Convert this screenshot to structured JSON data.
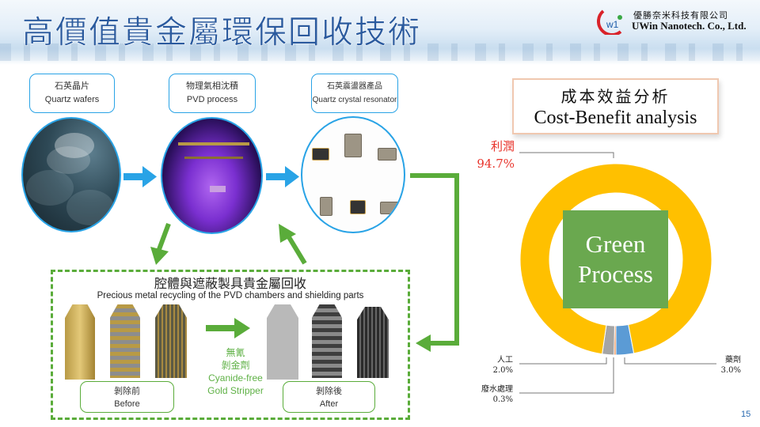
{
  "header": {
    "title": "高價值貴金屬環保回收技術",
    "company_cn": "優勝奈米科技有限公司",
    "company_en": "UWin Nanotech. Co., Ltd.",
    "logo_text": "w1"
  },
  "flow": {
    "steps": [
      {
        "cn": "石英晶片",
        "en": "Quartz wafers"
      },
      {
        "cn": "物理氣相沈積",
        "en": "PVD process"
      },
      {
        "cn": "石英震盪器產品",
        "en": "Quartz crystal resonator"
      }
    ],
    "recycling": {
      "title": "腔體與遮蔽製具貴金屬回收",
      "subtitle": "Precious metal recycling of the PVD chambers and shielding parts",
      "before_cn": "剝除前",
      "before_en": "Before",
      "after_cn": "剝除後",
      "after_en": "After",
      "stripper_cn1": "無氰",
      "stripper_cn2": "剝金劑",
      "stripper_en1": "Cyanide-free",
      "stripper_en2": "Gold Stripper"
    }
  },
  "chart_data": {
    "type": "pie",
    "variant": "donut",
    "title_cn": "成本效益分析",
    "title_en": "Cost-Benefit analysis",
    "center_label_1": "Green",
    "center_label_2": "Process",
    "slices": [
      {
        "label": "藥劑",
        "value": 3.0,
        "display": "3.0%",
        "color": "#5b9bd5"
      },
      {
        "label": "廢水處理",
        "value": 0.3,
        "display": "0.3%",
        "color": "#ed7d31"
      },
      {
        "label": "人工",
        "value": 2.0,
        "display": "2.0%",
        "color": "#a5a5a5"
      },
      {
        "label": "利潤",
        "value": 94.7,
        "display": "94.7%",
        "color": "#ffc000"
      }
    ]
  },
  "page_number": "15",
  "colors": {
    "title": "#2a5a9e",
    "accent_blue": "#29a3e6",
    "accent_green": "#5aac3a",
    "profit_red": "#e8332b"
  }
}
